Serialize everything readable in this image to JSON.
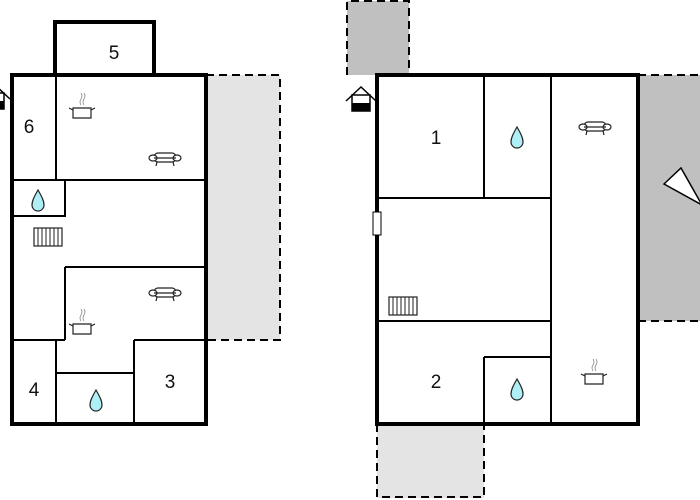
{
  "floor_plans": [
    {
      "name": "left-floor",
      "rooms": [
        "5",
        "6",
        "4",
        "3"
      ],
      "icons": [
        "kitchen-pot-icon",
        "sofa-icon",
        "water-drop-icon",
        "radiator-icon",
        "sofa-icon",
        "kitchen-pot-icon",
        "water-drop-icon",
        "entrance-icon"
      ],
      "terrace_color": "#e4e4e4"
    },
    {
      "name": "right-floor",
      "rooms": [
        "1",
        "2"
      ],
      "icons": [
        "water-drop-icon",
        "sofa-icon",
        "radiator-icon",
        "water-drop-icon",
        "kitchen-pot-icon",
        "entrance-icon",
        "compass-icon",
        "door-icon"
      ],
      "terrace_colors": [
        "#c0c0c0",
        "#e4e4e4"
      ]
    }
  ],
  "colors": {
    "water": "#aeeef5",
    "wall": "#000000",
    "terrace_light": "#e4e4e4",
    "terrace_dark": "#c0c0c0"
  }
}
